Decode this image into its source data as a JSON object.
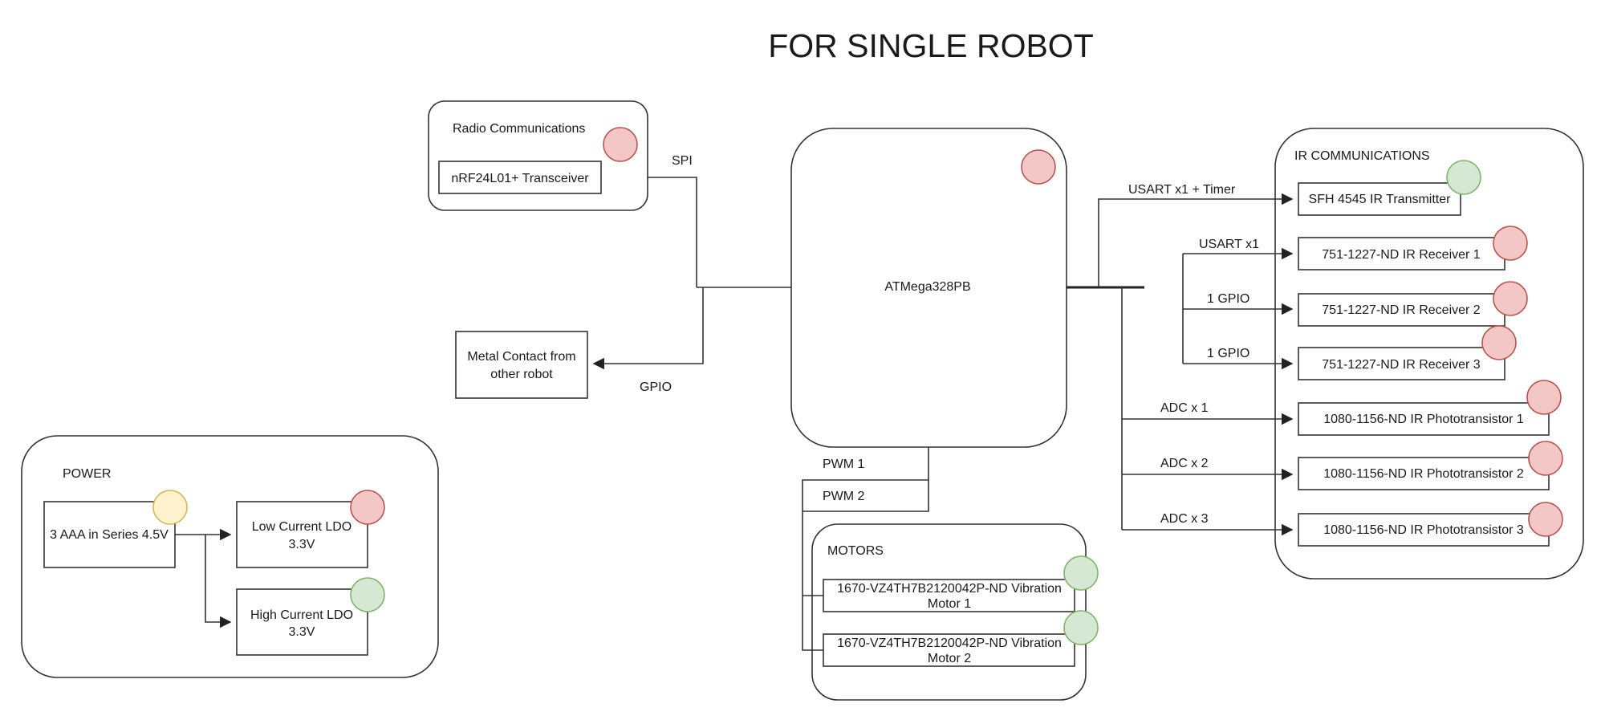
{
  "title": "FOR SINGLE ROBOT",
  "colors": {
    "red": "#f4c7c7",
    "red_stroke": "#b85450",
    "green": "#d5e8d4",
    "green_stroke": "#82b366",
    "yellow": "#fff2cc",
    "yellow_stroke": "#d6b656"
  },
  "radio": {
    "group_label": "Radio Communications",
    "transceiver": "nRF24L01+ Transceiver",
    "status": "red"
  },
  "metal_contact": {
    "line1": "Metal Contact from",
    "line2": "other robot"
  },
  "mcu": {
    "label": "ATMega328PB",
    "status": "red"
  },
  "links": {
    "spi": "SPI",
    "gpio": "GPIO",
    "usart_timer": "USART x1 + Timer",
    "usart1": "USART x1",
    "gpio1a": "1 GPIO",
    "gpio1b": "1 GPIO",
    "adc1": "ADC x 1",
    "adc2": "ADC x 2",
    "adc3": "ADC x 3",
    "pwm1": "PWM 1",
    "pwm2": "PWM 2"
  },
  "ir": {
    "group_label": "IR COMMUNICATIONS",
    "transmitter": {
      "label": "SFH 4545 IR Transmitter",
      "status": "green"
    },
    "receivers": [
      {
        "label": "751-1227-ND IR Receiver 1",
        "status": "red"
      },
      {
        "label": "751-1227-ND IR Receiver 2",
        "status": "red"
      },
      {
        "label": "751-1227-ND IR Receiver 3",
        "status": "red"
      }
    ],
    "phototransistors": [
      {
        "label": "1080-1156-ND IR Phototransistor 1",
        "status": "red"
      },
      {
        "label": "1080-1156-ND IR Phototransistor 2",
        "status": "red"
      },
      {
        "label": "1080-1156-ND IR Phototransistor 3",
        "status": "red"
      }
    ]
  },
  "motors": {
    "group_label": "MOTORS",
    "items": [
      {
        "line1": "1670-VZ4TH7B2120042P-ND Vibration",
        "line2": "Motor 1",
        "status": "green"
      },
      {
        "line1": "1670-VZ4TH7B2120042P-ND Vibration",
        "line2": "Motor 2",
        "status": "green"
      }
    ]
  },
  "power": {
    "group_label": "POWER",
    "battery": {
      "label": "3 AAA in Series 4.5V",
      "status": "yellow"
    },
    "low_ldo": {
      "line1": "Low Current LDO",
      "line2": "3.3V",
      "status": "red"
    },
    "high_ldo": {
      "line1": "High Current LDO",
      "line2": "3.3V",
      "status": "green"
    }
  }
}
